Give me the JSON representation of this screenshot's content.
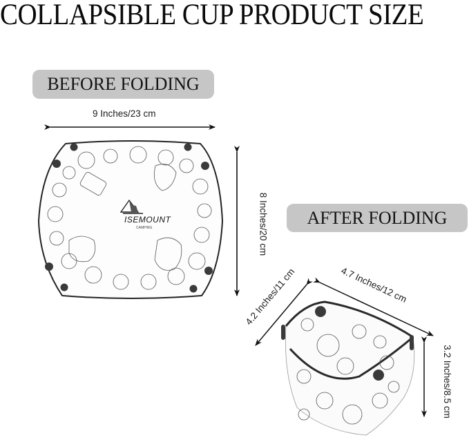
{
  "title": "COLLAPSIBLE CUP PRODUCT SIZE",
  "before": {
    "label": "BEFORE FOLDING",
    "width_dimension": "9 Inches/23 cm",
    "height_dimension": "8 Inches/20 cm",
    "logo_text": "ISEMOUNT",
    "logo_subtext": "CAMPING"
  },
  "after": {
    "label": "AFTER FOLDING",
    "depth_dimension": "4.2 Inches/11 cm",
    "width_dimension": "4.7 Inches/12 cm",
    "height_dimension": "3.2 Inches/8.5 cm"
  },
  "colors": {
    "pill_background": "#c6c6c6",
    "frame": "#222222",
    "snap_button": "#3a3a3a",
    "background": "#ffffff"
  }
}
